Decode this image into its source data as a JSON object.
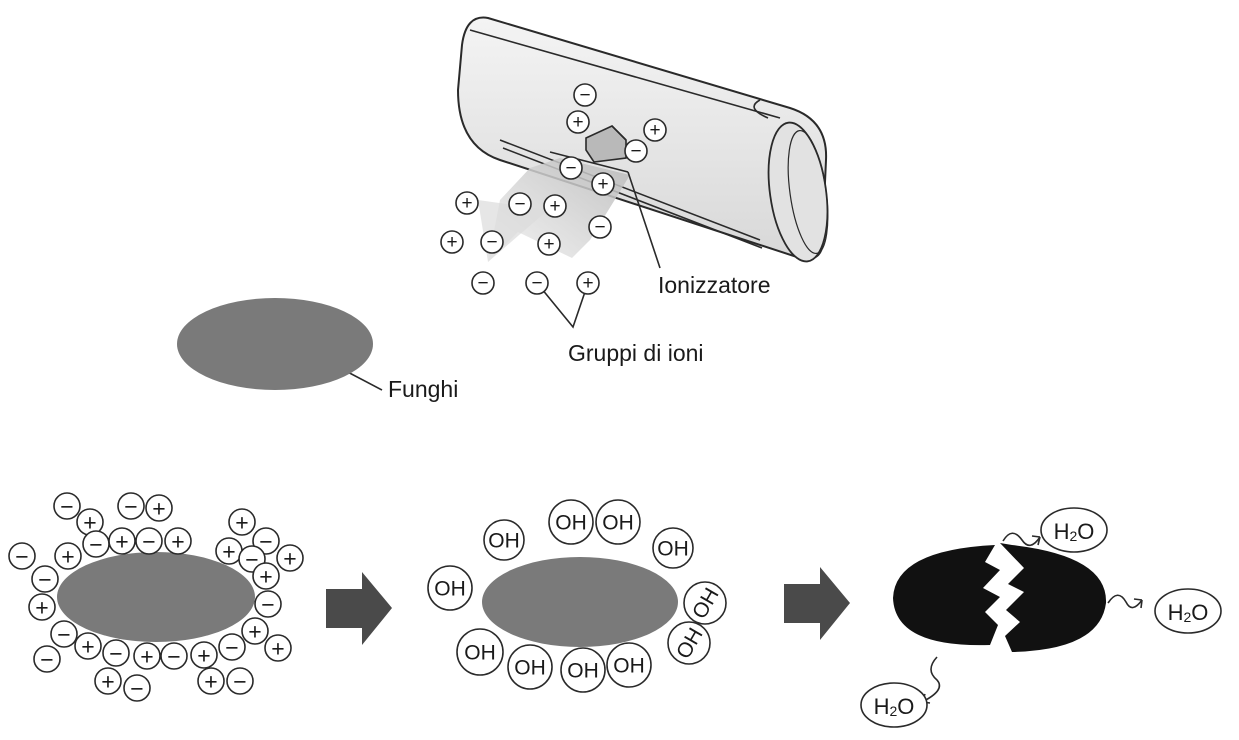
{
  "labels": {
    "ionizer": "Ionizzatore",
    "ion_groups": "Gruppi di ioni",
    "fungi": "Funghi"
  },
  "symbols": {
    "plus": "+",
    "minus": "−",
    "oh": "OH",
    "h2o_prefix": "H",
    "h2o_sub": "2",
    "h2o_suffix": "O"
  },
  "colors": {
    "fungus": "#7a7a7a",
    "fungus_destroyed": "#111111",
    "arrow": "#4a4a4a",
    "unit_body": "#e8e8e8",
    "air_flow": "#c9c9c9"
  }
}
